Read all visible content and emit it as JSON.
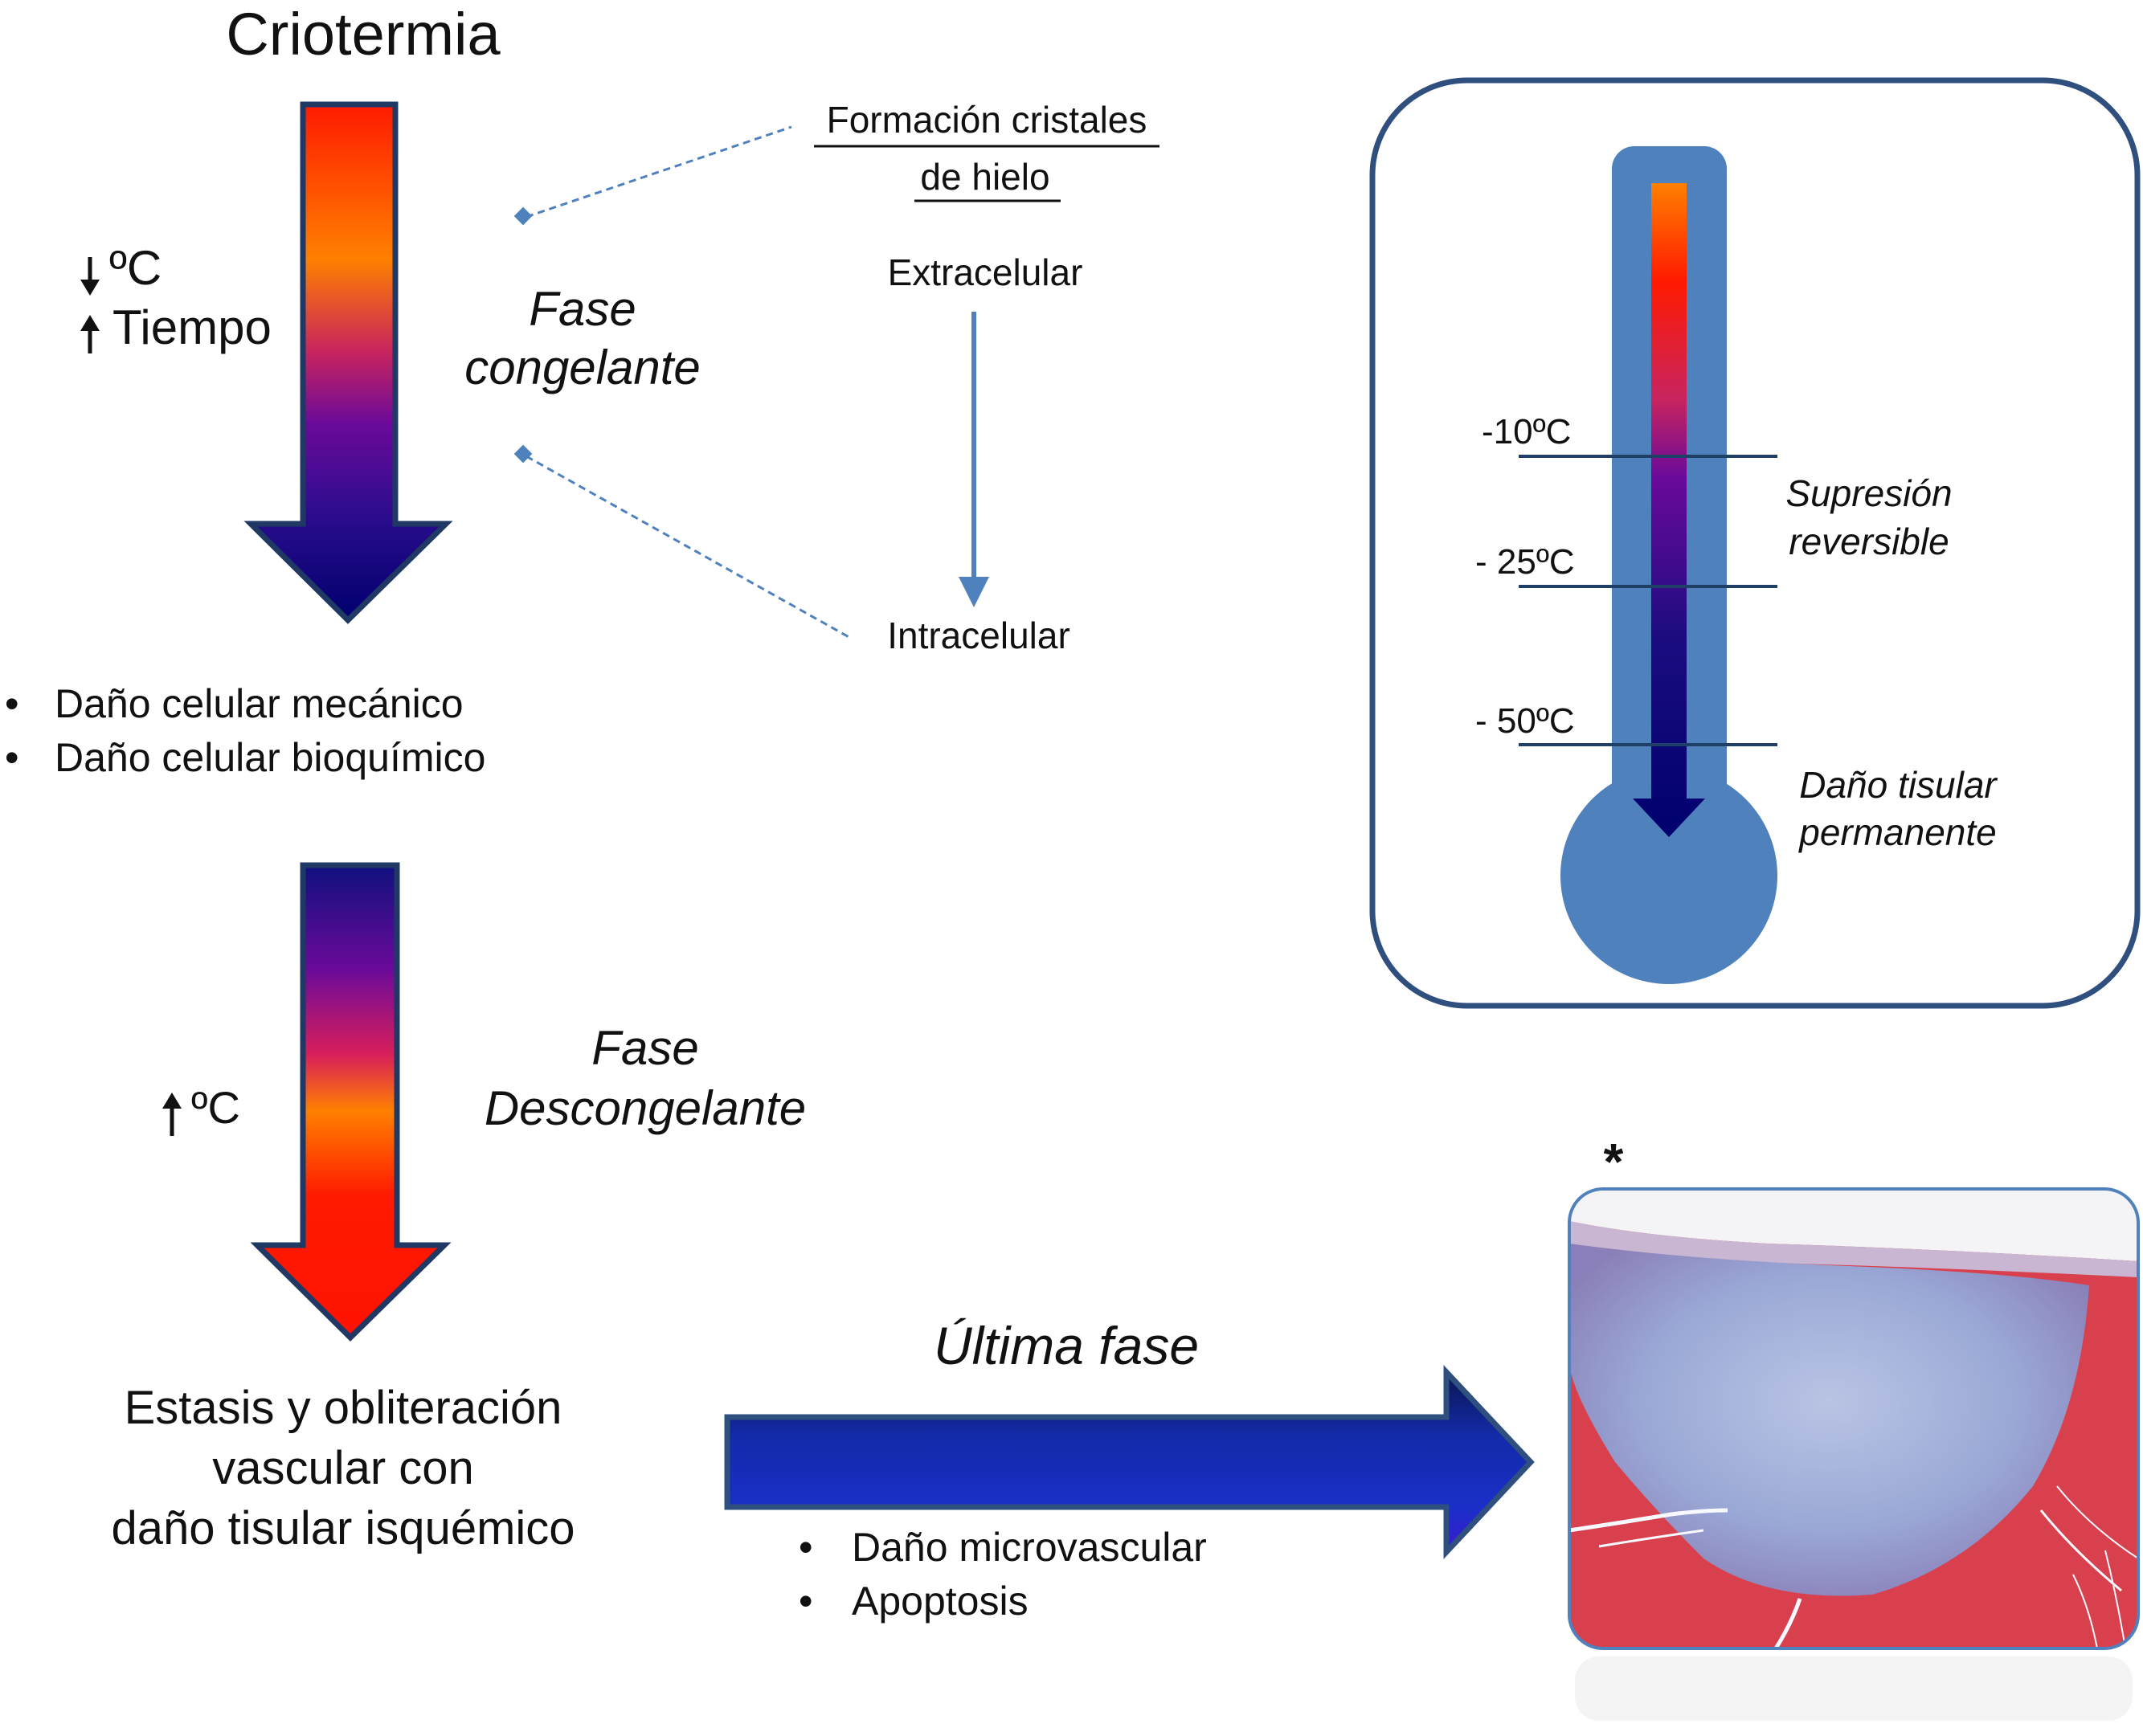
{
  "title": "Criotermia",
  "left_indicators": {
    "freeze_temp": "ºC",
    "freeze_time": "Tiempo",
    "thaw_temp": "ºC"
  },
  "freezing_phase": {
    "label_line1": "Fase",
    "label_line2": "congelante",
    "crystals_line1": "Formación cristales",
    "crystals_line2": "de hielo",
    "extracellular": "Extracelular",
    "intracellular": "Intracelular",
    "bullets": [
      "Daño celular mecánico",
      "Daño celular bioquímico"
    ]
  },
  "thawing_phase": {
    "label_line1": "Fase",
    "label_line2": "Descongelante"
  },
  "outcome": {
    "line1": "Estasis y obliteración",
    "line2": "vascular con",
    "line3": "daño tisular isquémico"
  },
  "last_phase": {
    "label": "Última fase",
    "bullets": [
      "Daño microvascular",
      "Apoptosis"
    ]
  },
  "thermometer": {
    "levels": [
      {
        "value": -10,
        "label": "-10ºC"
      },
      {
        "value": -25,
        "label": "- 25ºC"
      },
      {
        "value": -50,
        "label": "- 50ºC"
      }
    ],
    "zone1_line1": "Supresión",
    "zone1_line2": "reversible",
    "zone2_line1": "Daño tisular",
    "zone2_line2": "permanente"
  },
  "histology": {
    "marker": "*"
  },
  "colors": {
    "blue_accent": "#4f81bd",
    "frame_stroke": "#2f4f7f",
    "level_line": "#1f3f66",
    "tissue_red": "#d8404e",
    "lesion_blue": "#8aa0cf",
    "hot": "#ff1a00",
    "warm": "#ff8000",
    "cold": "#00006e"
  }
}
